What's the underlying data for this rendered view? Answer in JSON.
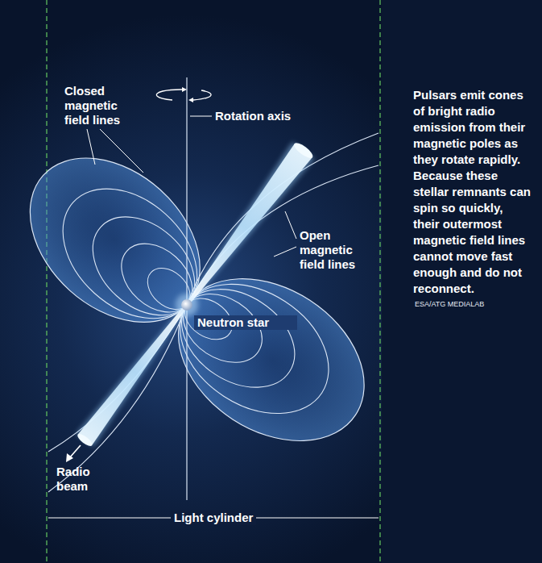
{
  "diagram": {
    "caption": "Pulsars emit cones of bright radio emission from their magnetic poles as they rotate rapidly. Because these stellar remnants can spin so quickly, their outermost magnetic field lines cannot move fast enough and do not reconnect.",
    "labels": [
      "Closed magnetic field lines",
      "Rotation axis",
      "Open magnetic field lines",
      "Neutron star",
      "Radio beam",
      "Light cylinder",
      "ESA/ATG MEDIALAB"
    ]
  }
}
